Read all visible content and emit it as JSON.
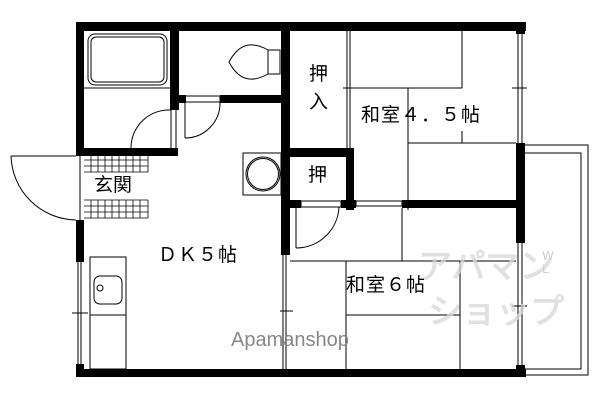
{
  "floor_plan": {
    "rooms": {
      "entrance": "玄関",
      "dining_kitchen": "ＤＫ５帖",
      "japanese_room_small": "和室４．５帖",
      "japanese_room_large": "和室６帖",
      "closet_upper_line1": "押",
      "closet_upper_line2": "入",
      "closet_lower": "押"
    },
    "fixtures": [
      "bathtub",
      "toilet",
      "washing-machine-pan",
      "kitchen-sink",
      "balcony"
    ],
    "colors": {
      "wall": "#000000",
      "line": "#000000",
      "background": "#ffffff",
      "watermark_text": "#7a7a7a",
      "watermark_logo": "#d8d8d8"
    }
  },
  "watermark": {
    "brand": "Apamanshop",
    "logo_line1": "アパマン",
    "logo_line2": "ショップ",
    "logo_wl": "W\nL"
  }
}
